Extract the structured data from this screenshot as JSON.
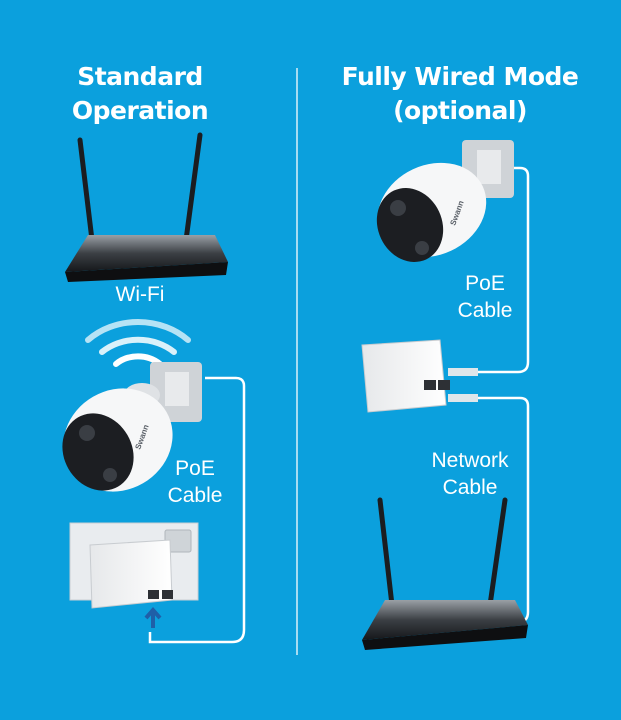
{
  "left_panel": {
    "title_line1": "Standard",
    "title_line2": "Operation",
    "wifi_label": "Wi-Fi",
    "cable_label_line1": "PoE",
    "cable_label_line2": "Cable"
  },
  "right_panel": {
    "title_line1": "Fully Wired Mode",
    "title_line2": "(optional)",
    "poe_label_line1": "PoE",
    "poe_label_line2": "Cable",
    "network_label_line1": "Network",
    "network_label_line2": "Cable"
  },
  "camera_brand": "Swann",
  "colors": {
    "background": "#0ba0dd",
    "text": "#ffffff",
    "arrow": "#1f5fa8"
  }
}
